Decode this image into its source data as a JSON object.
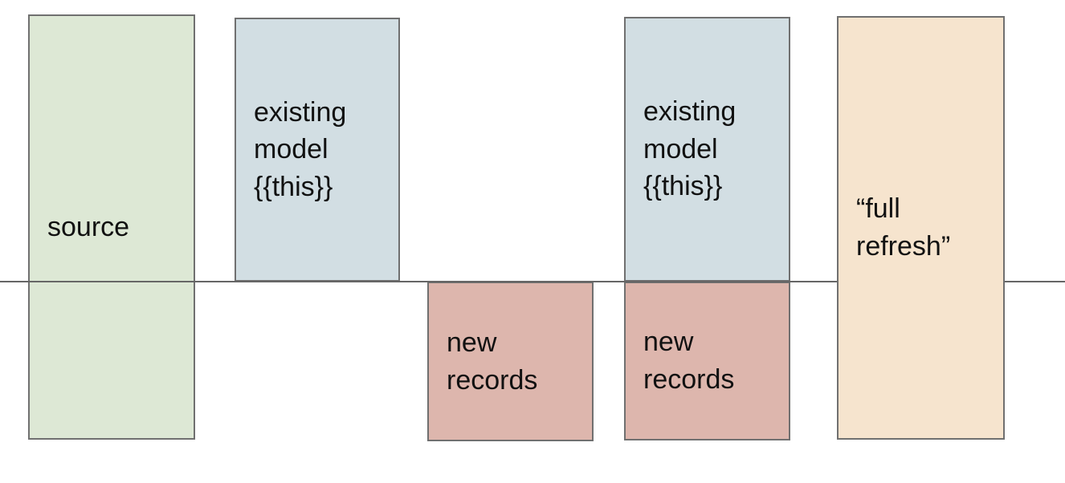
{
  "diagram": {
    "description_colors": {
      "source_fill": "#dde8d5",
      "existing_model_fill": "#d2dee3",
      "new_records_fill": "#ddb6ad",
      "full_refresh_fill": "#f6e4ce",
      "box_border": "#707070",
      "timeline_line": "#666666",
      "text": "#111111",
      "background": "#ffffff"
    },
    "boxes": [
      {
        "id": "source",
        "label": "source"
      },
      {
        "id": "existing-model-1",
        "label": "existing\nmodel\n{{this}}"
      },
      {
        "id": "new-records-1",
        "label": "new\nrecords"
      },
      {
        "id": "existing-model-2",
        "label": "existing\nmodel\n{{this}}"
      },
      {
        "id": "new-records-2",
        "label": "new\nrecords"
      },
      {
        "id": "full-refresh",
        "label": "“full\nrefresh”"
      }
    ]
  }
}
